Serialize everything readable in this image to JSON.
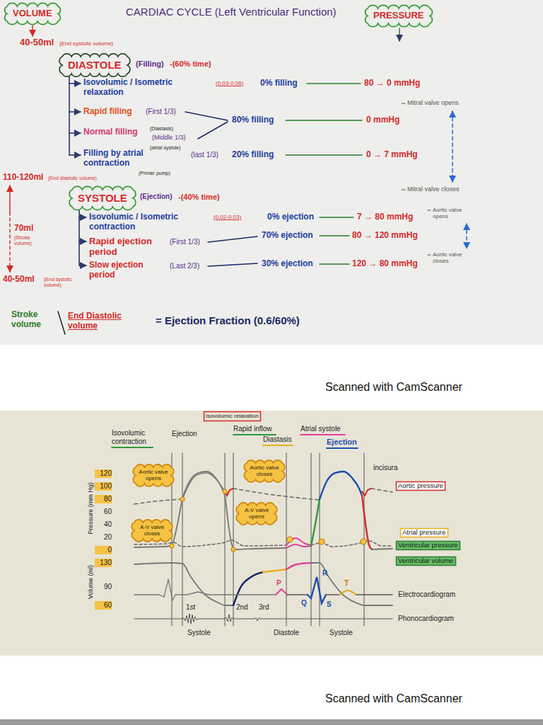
{
  "diagram": {
    "title": "CARDIAC CYCLE (Left Ventricular Function)",
    "nodes": [
      {
        "text": [
          "VOLUME"
        ]
      },
      {
        "text": [
          "PRESSURE"
        ]
      },
      {
        "text": [
          "DIASTOLE"
        ]
      },
      {
        "text": [
          "SYSTOLE"
        ]
      },
      {
        "text": [
          "Isovolumic relaxation"
        ]
      },
      {
        "text": [
          "Aortic valve opens"
        ]
      },
      {
        "text": [
          "A-V valve closes"
        ]
      },
      {
        "text": [
          "Aortic valve closes"
        ]
      },
      {
        "text": [
          "A-V valve opens"
        ]
      },
      {
        "text": [
          "Aortic pressure"
        ]
      },
      {
        "text": [
          "Atrial pressure"
        ]
      },
      {
        "text": [
          "Ventricular pressure"
        ]
      },
      {
        "text": [
          "Ventricular volume"
        ]
      }
    ],
    "labels": [
      "40-50ml",
      "(End systolic volume)",
      "(Filling)",
      "-(60% time)",
      "Isovolumic / Isometric relaxation",
      "(0.03-0.06)",
      "0% filling",
      "80 → 0 mmHg",
      "Mitral valve opens",
      "Rapid filling",
      "(First 1/3)",
      "Normal filling",
      "(Diastasis)",
      "(Middle 1/3)",
      "80% filling",
      "0 mmHg",
      "Filling by atrial contraction",
      "(atrial systole)",
      "(last 1/3)",
      "(Primer pump)",
      "20% filling",
      "0 → 7 mmHg",
      "110-120ml",
      "(End diastolic volume)",
      "Mitral valve closes",
      "(Ejection)",
      "-(40% time)",
      "Isovolumic / Isometric contraction",
      "(0.02-0.03)",
      "0% ejection",
      "7 → 80 mmHg",
      "Aortic valve opens",
      "70ml",
      "(Stroke volume)",
      "Rapid ejection period",
      "(First 1/3)",
      "70% ejection",
      "80 → 120 mmHg",
      "Slow ejection period",
      "(Last 2/3)",
      "30% ejection",
      "120 → 80 mmHg",
      "Aortic valve closes",
      "40-50ml",
      "(End systolic volume)",
      "Stroke volume",
      "End Diastolic volume",
      "= Ejection Fraction (0.6/60%)",
      "Scanned with CamScanner",
      "Isovolumic contraction",
      "Ejection",
      "Rapid inflow",
      "Diastasis",
      "Atrial systole",
      "Ejection",
      "Pressure (mm Hg)",
      "120",
      "100",
      "80",
      "60",
      "40",
      "20",
      "0",
      "Volume (ml)",
      "130",
      "90",
      "60",
      "incisura",
      "Electrocardiogram",
      "Phonocardiogram",
      "P",
      "Q",
      "R",
      "S",
      "T",
      "1st",
      "2nd",
      "3rd",
      "Systole",
      "Diastole",
      "Systole",
      "Scanned with CamScanner"
    ]
  }
}
